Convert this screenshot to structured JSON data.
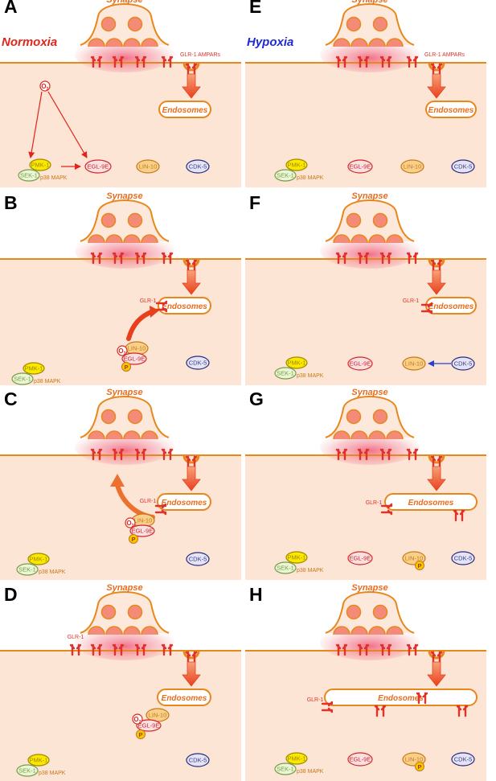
{
  "panels": [
    {
      "letter": "A",
      "condition": "Normoxia",
      "synapse": "Synapse",
      "endosomes": "Endosomes",
      "ampa_label": "GLR-1 AMPARs",
      "o2": "O",
      "o2_sub": "2"
    },
    {
      "letter": "B",
      "synapse": "Synapse",
      "endosomes": "Endosomes",
      "glr1": "GLR-1",
      "o2": "O",
      "o2_sub": "2",
      "p": "P"
    },
    {
      "letter": "C",
      "synapse": "Synapse",
      "endosomes": "Endosomes",
      "glr1": "GLR-1",
      "o2": "O",
      "o2_sub": "2",
      "p": "P"
    },
    {
      "letter": "D",
      "synapse": "Synapse",
      "endosomes": "Endosomes",
      "glr1": "GLR-1",
      "o2": "O",
      "o2_sub": "2",
      "p": "P"
    },
    {
      "letter": "E",
      "condition": "Hypoxia",
      "synapse": "Synapse",
      "endosomes": "Endosomes",
      "ampa_label": "GLR-1 AMPARs"
    },
    {
      "letter": "F",
      "synapse": "Synapse",
      "endosomes": "Endosomes",
      "glr1": "GLR-1"
    },
    {
      "letter": "G",
      "synapse": "Synapse",
      "endosomes": "Endosomes",
      "glr1": "GLR-1",
      "p": "P"
    },
    {
      "letter": "H",
      "synapse": "Synapse",
      "endosomes": "Endosomes",
      "glr1": "GLR-1",
      "p": "P"
    }
  ],
  "proteins": {
    "pmk1": "PMK-1",
    "sek1": "SEK-1",
    "p38": "p38 MAPK",
    "egl9e": "EGL-9E",
    "lin10": "LIN-10",
    "cdk5": "CDK-5"
  },
  "colors": {
    "background": "#fce5d4",
    "membrane": "#e8871c",
    "receptor": "#e0322a",
    "condition_normoxia": "#e0251b",
    "condition_hypoxia": "#1f2bd1",
    "cdk_arrow": "#2640d0"
  }
}
